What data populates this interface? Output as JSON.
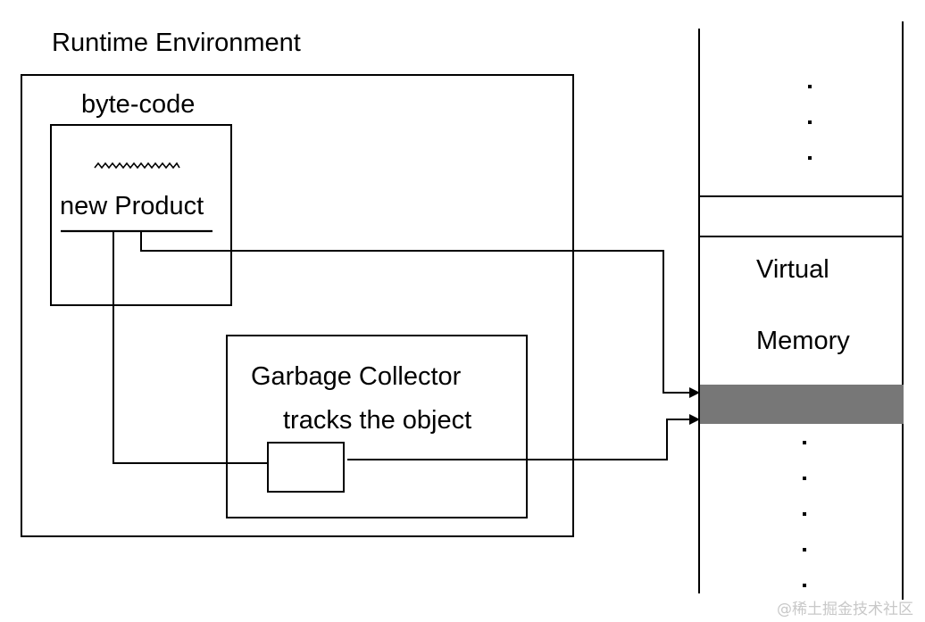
{
  "diagram": {
    "runtime_environment": {
      "label": "Runtime Environment"
    },
    "byte_code": {
      "label": "byte-code",
      "code_placeholder": "~~~~~~~~",
      "statement": "new Product"
    },
    "garbage_collector": {
      "title": "Garbage Collector",
      "subtitle": "tracks the object"
    },
    "virtual_memory": {
      "label_line1": "Virtual",
      "label_line2": "Memory",
      "ellipsis_top": "⋮",
      "ellipsis_bottom": "⋮",
      "allocated_block_color": "#777777"
    },
    "watermark": "@稀土掘金技术社区"
  }
}
